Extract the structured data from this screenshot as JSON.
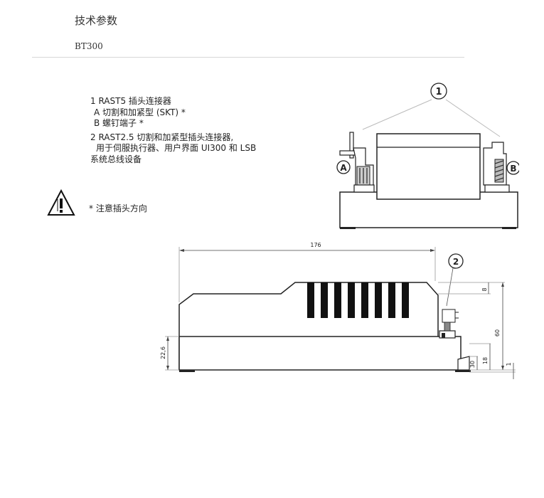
{
  "header": {
    "title": "技术参数",
    "model": "BT300"
  },
  "legend": {
    "item1": "1 RAST5 插头连接器",
    "item1a": "A 切割和加紧型 (SKT) *",
    "item1b": "B 螺钉端子 *",
    "item2_line1": "2 RAST2.5 切割和加紧型插头连接器,",
    "item2_line2": "用于伺服执行器、用户界面 UI300 和 LSB",
    "item2_line3": "系统总线设备"
  },
  "note": {
    "text": "* 注意插头方向",
    "icon": "warning-triangle-icon"
  },
  "diagram_top": {
    "callout_1": "1",
    "label_a": "A",
    "label_b": "B"
  },
  "diagram_bottom": {
    "callout_2": "2",
    "dim_length": "176",
    "dim_top_offset": "8",
    "dim_height": "60",
    "dim_base": "22,6",
    "dim_30": "30",
    "dim_18": "18",
    "dim_1": "1"
  }
}
